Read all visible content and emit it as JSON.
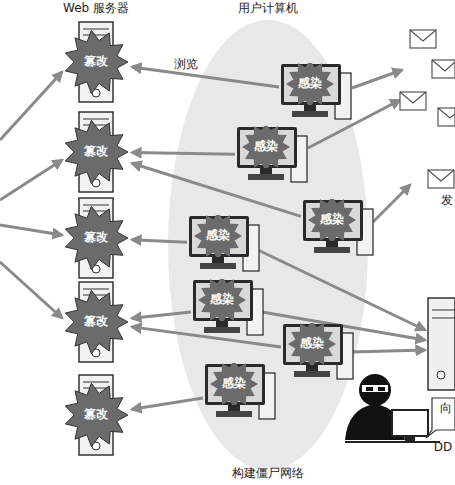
{
  "diagram": {
    "nodes": [
      {
        "text": [
          "篡改"
        ]
      },
      {
        "text": [
          "篡改"
        ]
      },
      {
        "text": [
          "篡改"
        ]
      },
      {
        "text": [
          "篡改"
        ]
      },
      {
        "text": [
          "篡改"
        ]
      },
      {
        "text": [
          "感染"
        ]
      },
      {
        "text": [
          "感染"
        ]
      },
      {
        "text": [
          "感染"
        ]
      },
      {
        "text": [
          "感染"
        ]
      },
      {
        "text": [
          "感染"
        ]
      },
      {
        "text": [
          "感染"
        ]
      },
      {
        "text": [
          "感染"
        ]
      }
    ],
    "edges": [
      {
        "from": 5,
        "to": 0,
        "label": "浏览",
        "arrow": "to"
      },
      {
        "from": 6,
        "to": 1,
        "arrow": "to"
      },
      {
        "from": 7,
        "to": 1,
        "arrow": "to"
      },
      {
        "from": 8,
        "to": 2,
        "arrow": "to"
      },
      {
        "from": 9,
        "to": 3,
        "arrow": "to"
      },
      {
        "from": 10,
        "to": 3,
        "arrow": "to"
      },
      {
        "from": 11,
        "to": 4,
        "arrow": "to"
      }
    ],
    "labels": [
      "Web 服务器",
      "用户计算机",
      "发",
      "向",
      "DD",
      "构建僵尸网络"
    ]
  }
}
